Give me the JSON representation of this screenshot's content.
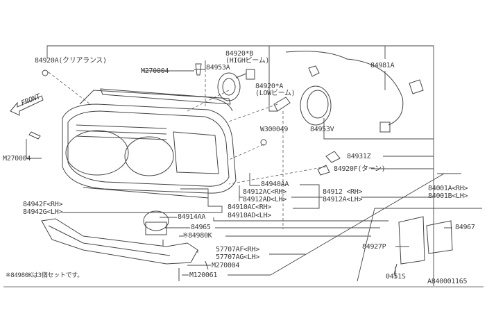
{
  "diagram": {
    "front_label": "FRONT",
    "labels": {
      "p84920A": "84920A(クリアランス)",
      "m270004_top": "M270004",
      "p84920B": "84920*B",
      "p84920B_note": "(HIGHビーム)",
      "p84953A": "84953A",
      "p84920A_low": "84920*A",
      "p84920A_low_note": "(LOWビーム)",
      "p84981A": "84981A",
      "w300049": "W300049",
      "p84953V": "84953V",
      "m270004_left": "M270004",
      "p84931Z": "84931Z",
      "p84920F": "84920F(ターン)",
      "p84940AA": "84940AA",
      "p84912AC": "84912AC<RH>",
      "p84912AD": "84912AD<LH>",
      "p84912": "84912 <RH>",
      "p84912A": "84912A<LH>",
      "p84001A": "84001A<RH>",
      "p84001B": "84001B<LH>",
      "p84942F": "84942F<RH>",
      "p84942G": "84942G<LH>",
      "p84910AC": "84910AC<RH>",
      "p84910AD": "84910AD<LH>",
      "p84914AA": "84914AA",
      "p84965": "84965",
      "p84980K": "※84980K",
      "p84967": "84967",
      "p57707AF": "57707AF<RH>",
      "p57707AG": "57707AG<LH>",
      "p84927P": "84927P",
      "m270004_bottom": "M270004",
      "m120061": "M120061",
      "p0451S": "0451S"
    },
    "footnote": "※84980Kは3個セットです。",
    "diagram_id": "A840001165"
  }
}
